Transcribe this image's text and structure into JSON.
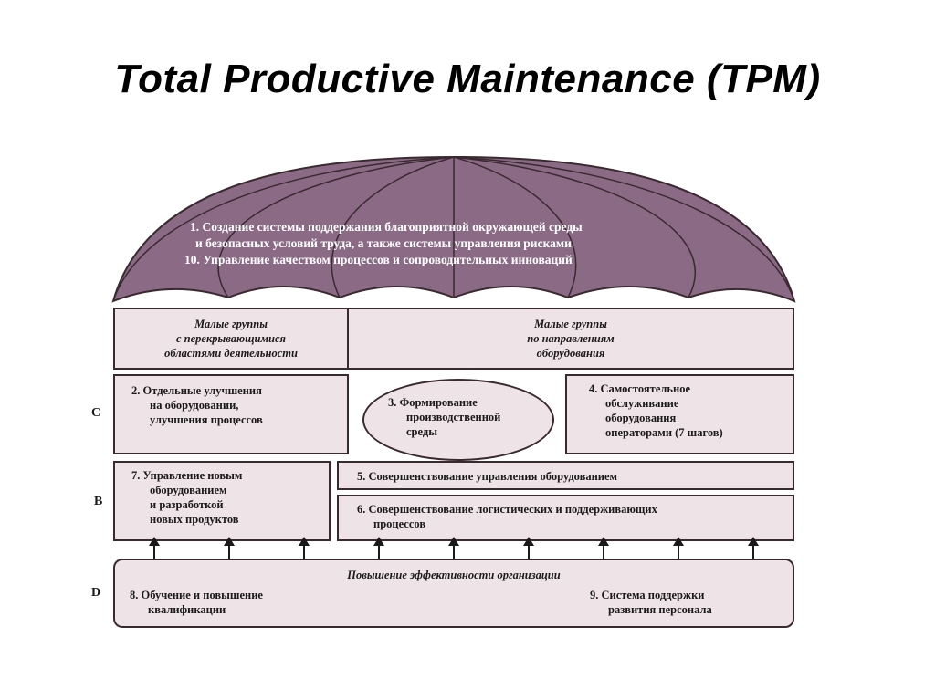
{
  "title": "Total Productive Maintenance (TPM)",
  "umbrella": {
    "line1": "1. Создание системы поддержания благоприятной окружающей среды",
    "line2": "и безопасных условий труда, а также системы управления рисками",
    "line3": "10. Управление качеством процессов и сопроводительных инноваций"
  },
  "small_groups": {
    "left": {
      "title": "Малые группы",
      "sub1": "с перекрывающимися",
      "sub2": "областями деятельности"
    },
    "right": {
      "title": "Малые группы",
      "sub1": "по направлениям",
      "sub2": "оборудования"
    }
  },
  "row_c": {
    "label": "C",
    "box2": [
      "2. Отдельные улучшения",
      "на оборудовании,",
      "улучшения процессов"
    ],
    "box3": [
      "3. Формирование",
      "производственной",
      "среды"
    ],
    "box4": [
      "4. Самостоятельное",
      "обслуживание",
      "оборудования",
      "операторами (7 шагов)"
    ]
  },
  "row_b": {
    "label": "B",
    "box7": [
      "7. Управление новым",
      "оборудованием",
      "и разработкой",
      "новых продуктов"
    ],
    "box5": "5. Совершенствование управления оборудованием",
    "box6": [
      "6. Совершенствование логистических и поддерживающих",
      "процессов"
    ]
  },
  "row_d": {
    "label": "D",
    "title": "Повышение эффективности организации",
    "box8": [
      "8. Обучение и повышение",
      "квалификации"
    ],
    "box9": [
      "9. Система поддержки",
      "развития персонала"
    ]
  },
  "colors": {
    "umbrella_fill": "#8a6a85",
    "box_fill": "#eee4e8",
    "stroke": "#3a2a30"
  }
}
